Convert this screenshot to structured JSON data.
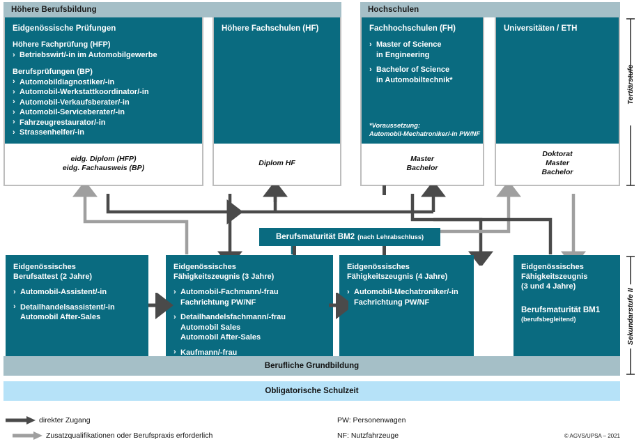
{
  "colors": {
    "teal": "#0a6b80",
    "header_gray_blue": "#a5bfc7",
    "light_blue": "#b6e2f8",
    "arrow_dark": "#4a4a4a",
    "arrow_light": "#9f9f9f",
    "box_border": "#bdbdbd"
  },
  "tertiary": {
    "headers": [
      {
        "label": "Höhere Berufsbildung"
      },
      {
        "label": "Hochschulen"
      }
    ],
    "columns": [
      {
        "title": "Eidgenössische Prüfungen",
        "groups": [
          {
            "heading": "Höhere Fachprüfung (HFP)",
            "items": [
              "Betriebswirt/-in im Automobilgewerbe"
            ]
          },
          {
            "heading": "Berufsprüfungen (BP)",
            "items": [
              "Automobildiagnostiker/-in",
              "Automobil-Werkstattkoordinator/-in",
              "Automobil-Verkaufsberater/-in",
              "Automobil-Serviceberater/-in",
              "Fahrzeugrestaurator/-in",
              "Strassenhelfer/-in"
            ]
          }
        ],
        "cert_lines": [
          "eidg. Diplom (HFP)",
          "eidg. Fachausweis (BP)"
        ]
      },
      {
        "title": "Höhere Fachschulen (HF)",
        "groups": [],
        "cert_lines": [
          "Diplom HF"
        ]
      },
      {
        "title": "Fachhochschulen (FH)",
        "groups": [
          {
            "heading": "",
            "items": [
              "Master of Science\nin Engineering",
              "Bachelor of Science\nin Automobiltechnik*"
            ]
          }
        ],
        "footnote": [
          "*Voraussetzung:",
          "Automobil-Mechatroniker/-in PW/NF"
        ],
        "cert_lines": [
          "Master",
          "Bachelor"
        ]
      },
      {
        "title": "Universitäten / ETH",
        "groups": [],
        "cert_lines": [
          "Doktorat",
          "Master",
          "Bachelor"
        ]
      }
    ]
  },
  "bm2": {
    "label": "Berufsmaturität BM2",
    "suffix": "(nach Lehrabschluss)"
  },
  "secondary": {
    "boxes": [
      {
        "title": "Eidgenössisches\nBerufsattest (2 Jahre)",
        "items": [
          "Automobil-Assistent/-in",
          "Detailhandelsassistent/-in\nAutomobil After-Sales"
        ]
      },
      {
        "title": "Eidgenössisches\nFähigkeitszeugnis (3 Jahre)",
        "items": [
          "Automobil-Fachmann/-frau\nFachrichtung PW/NF",
          "Detailhandelsfachmann/-frau\nAutomobil Sales\nAutomobil After-Sales",
          "Kaufmann/-frau"
        ]
      },
      {
        "title": "Eidgenössisches\nFähigkeitszeugnis (4 Jahre)",
        "items": [
          "Automobil-Mechatroniker/-in\nFachrichtung PW/NF"
        ]
      },
      {
        "title": "Eidgenössisches\nFähigkeitszeugnis\n(3 und 4 Jahre)",
        "items": [],
        "bm1_label": "Berufsmaturität BM1",
        "bm1_note": "(berufsbegleitend)"
      }
    ]
  },
  "bottom_bars": [
    {
      "label": "Berufliche Grundbildung"
    },
    {
      "label": "Obligatorische Schulzeit"
    }
  ],
  "axis_labels": [
    {
      "label": "Tertiärstufe"
    },
    {
      "label": "Sekundarstufe II"
    }
  ],
  "legend": {
    "items": [
      {
        "label": "direkter Zugang",
        "style": "dark"
      },
      {
        "label": "Zusatzqualifikationen oder Berufspraxis erforderlich",
        "style": "light"
      }
    ],
    "abbrev": [
      {
        "label": "PW: Personenwagen"
      },
      {
        "label": "NF: Nutzfahrzeuge"
      }
    ],
    "copyright": "© AGVS/UPSA – 2021"
  }
}
